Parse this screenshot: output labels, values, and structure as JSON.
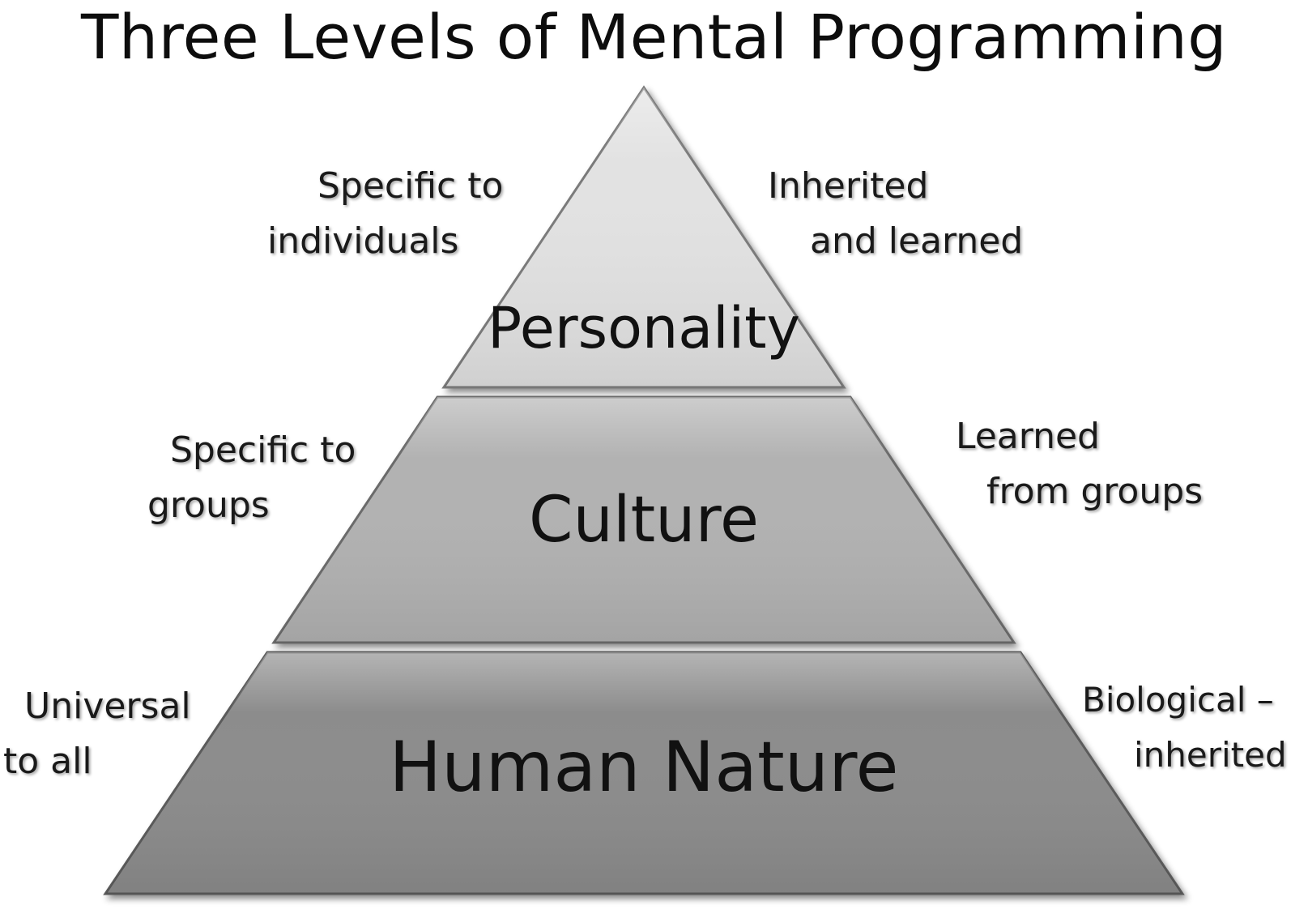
{
  "title": "Three Levels of Mental Programming",
  "levels": [
    {
      "name": "Personality",
      "fill": "#e2e2e2",
      "scope": [
        "Specific to",
        "individuals"
      ],
      "origin": [
        "Inherited",
        "and learned"
      ]
    },
    {
      "name": "Culture",
      "fill": "#b2b2b2",
      "scope": [
        "Specific to",
        "groups"
      ],
      "origin": [
        "Learned",
        "from groups"
      ]
    },
    {
      "name": "Human Nature",
      "fill": "#8c8c8c",
      "scope": [
        "Universal",
        "to all"
      ],
      "origin": [
        "Biological –",
        "inherited"
      ]
    }
  ]
}
